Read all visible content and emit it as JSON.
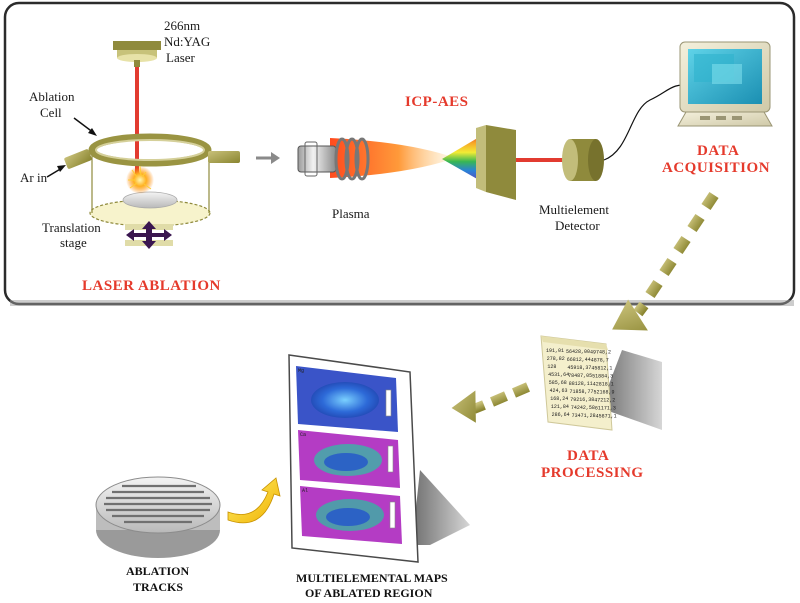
{
  "labels": {
    "laser_l1": "266nm",
    "laser_l2": "Nd:YAG",
    "laser_l3": "Laser",
    "cell_l1": "Ablation",
    "cell_l2": "Cell",
    "ar_in": "Ar in",
    "stage_l1": "Translation",
    "stage_l2": "stage",
    "plasma": "Plasma",
    "icp": "ICP-AES",
    "detector_l1": "Multielement",
    "detector_l2": "Detector",
    "daq_l1": "DATA",
    "daq_l2": "ACQUISITION",
    "laser_ablation": "LASER ABLATION",
    "dp_l1": "DATA",
    "dp_l2": "PROCESSING",
    "tracks_l1": "ABLATION",
    "tracks_l2": "TRACKS",
    "maps_l1": "MULTIELEMENTAL MAPS",
    "maps_l2": "OF ABLATED REGION"
  },
  "data_sheet": {
    "col1": [
      "191,01",
      "278,82",
      "128",
      "4531,64",
      "585,68",
      "424,63",
      "168,24",
      "121,84",
      "286,64"
    ],
    "col2": [
      "56428,00",
      "66812,44",
      "45918,37",
      "78487,05",
      "88128,11",
      "71858,77",
      "79216,38",
      "74242,58",
      "73471,28"
    ],
    "col3": [
      "49748,2",
      "4878,7",
      "45812,1",
      "51884,3",
      "42818,1",
      "52168,9",
      "47212,2",
      "61171,3",
      "45871,1"
    ]
  },
  "maps": {
    "panel_labels": [
      "Mg",
      "Ca",
      "Al"
    ]
  },
  "colors": {
    "accent_red": "#e53a2c",
    "arrow_olive": "#a39a35",
    "map_blue": "#1e3da8",
    "map_magenta": "#b030c0"
  }
}
